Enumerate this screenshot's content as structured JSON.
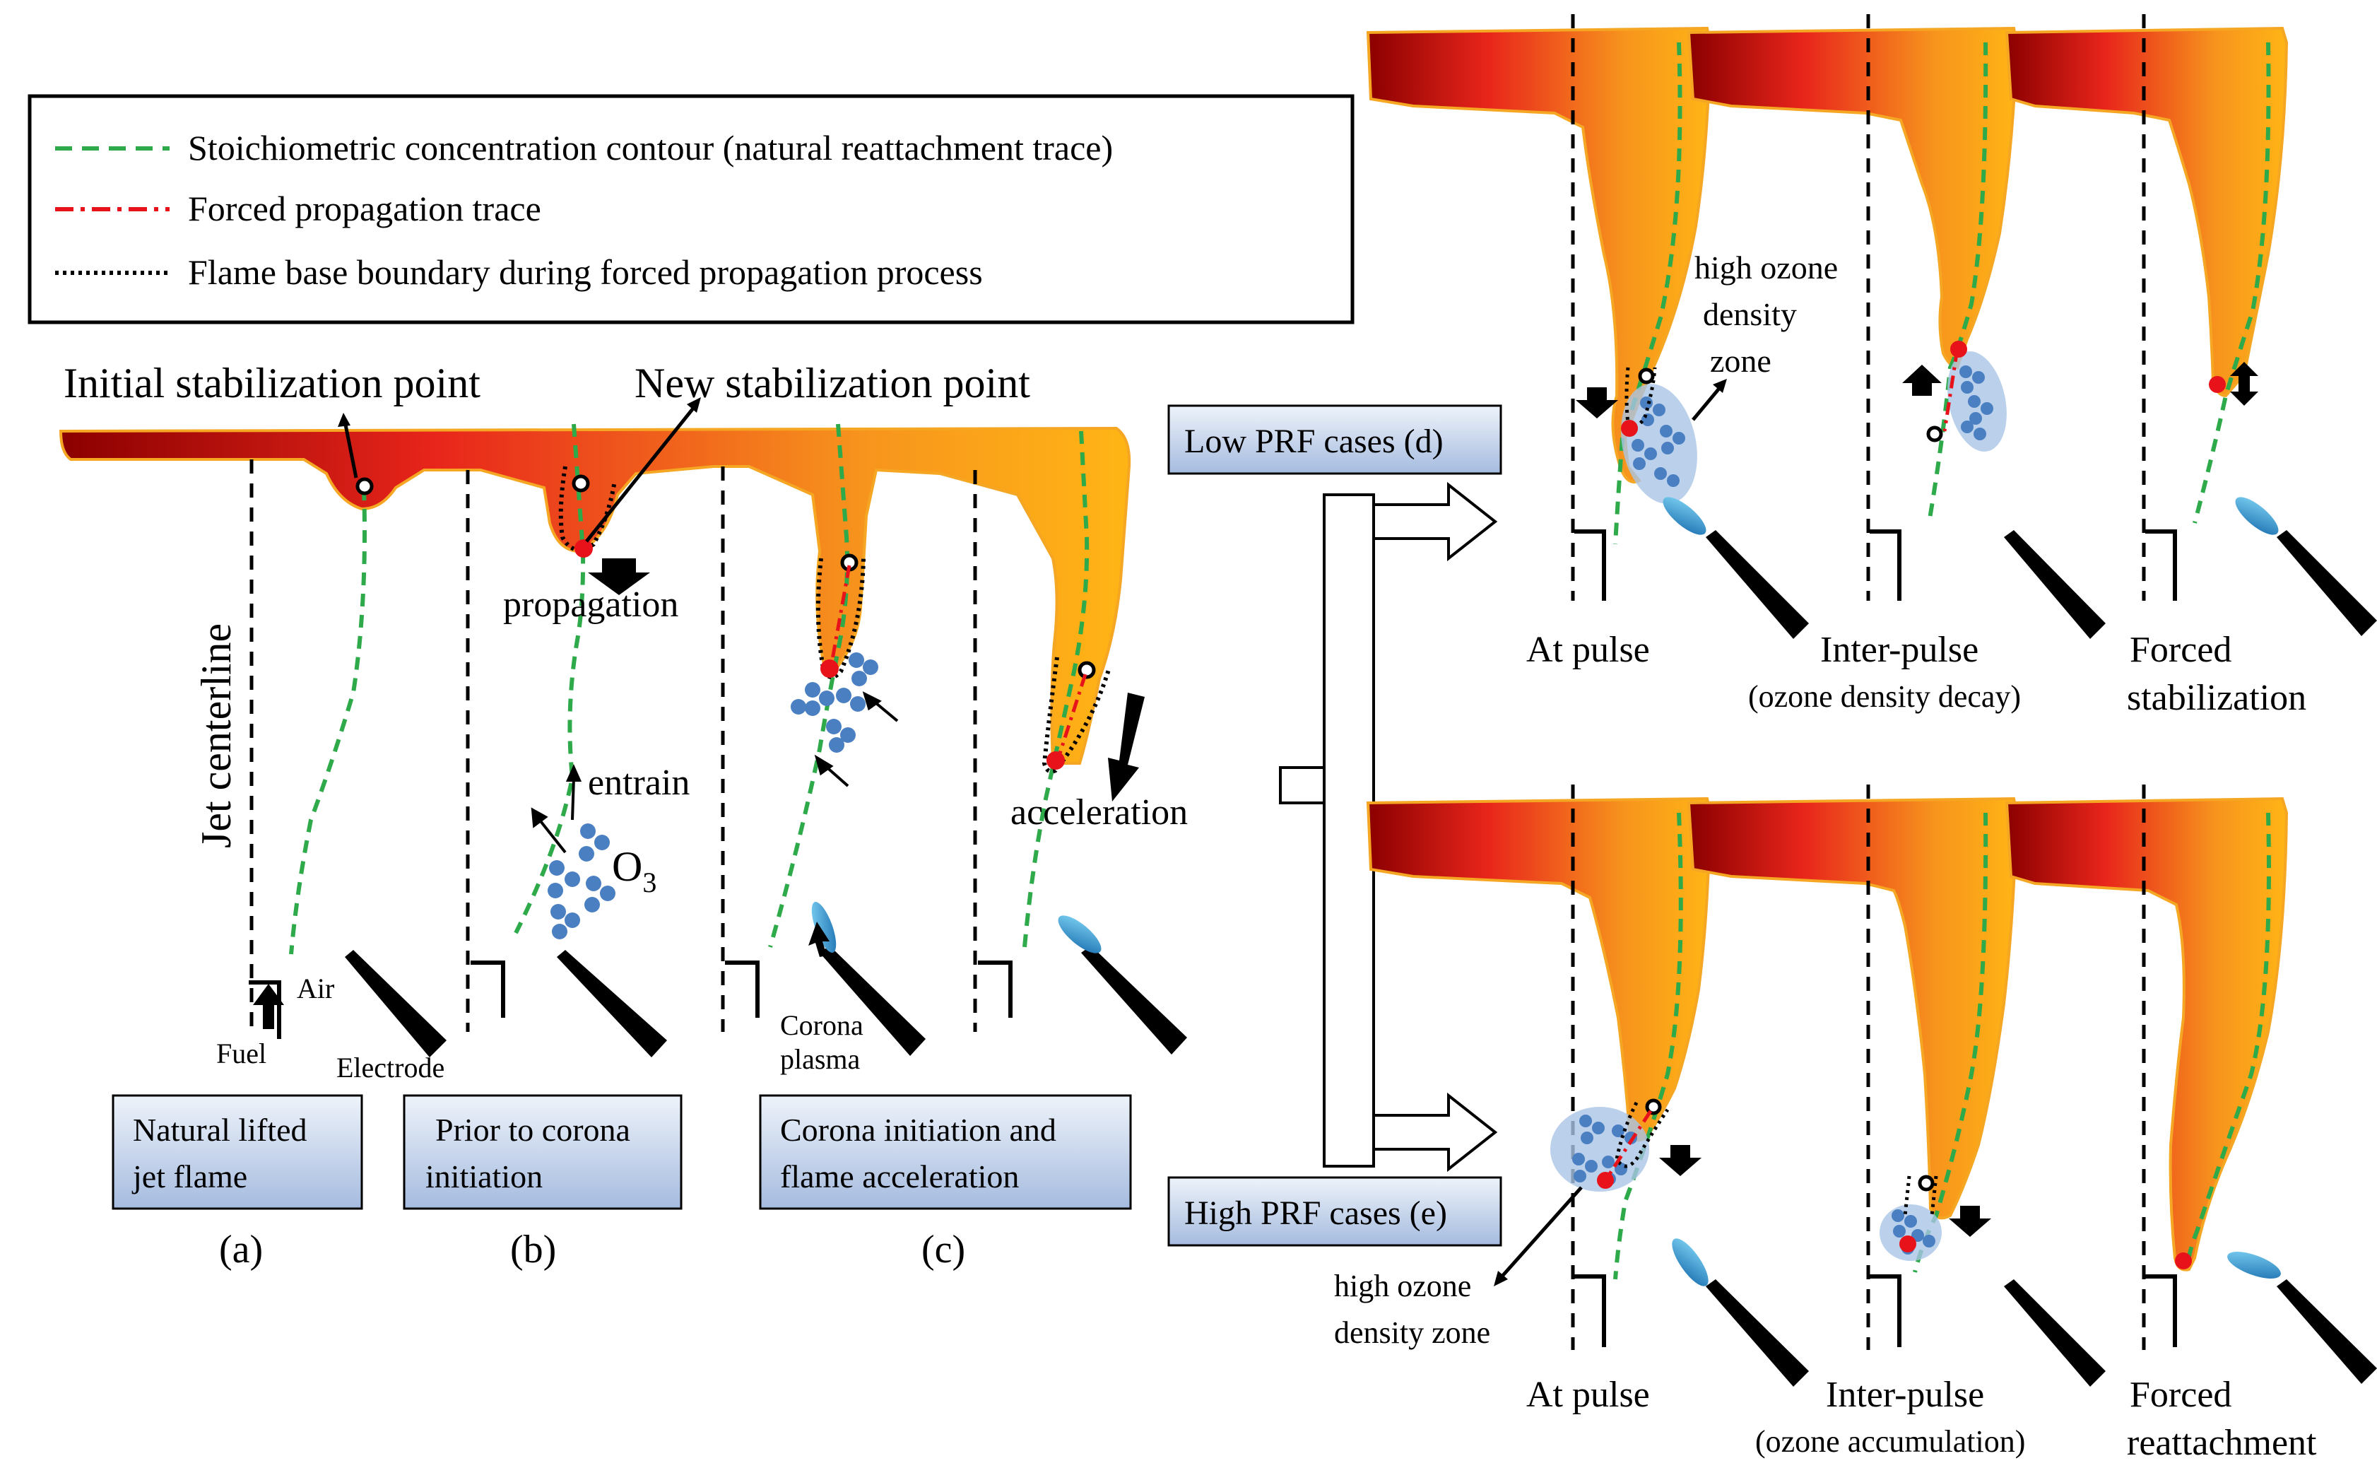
{
  "legend": {
    "items": [
      {
        "label": "Stoichiometric concentration contour (natural reattachment trace)",
        "color": "#2eaa4a",
        "style": "dashed"
      },
      {
        "label": "Forced propagation trace",
        "color": "#e8121b",
        "style": "dash-dot"
      },
      {
        "label": "Flame base boundary during forced propagation process",
        "color": "#000000",
        "style": "dotted"
      }
    ]
  },
  "labels": {
    "initial_stab": "Initial stabilization point",
    "new_stab": "New stabilization point",
    "propagation": "propagation",
    "entrain": "entrain",
    "o3": "O",
    "o3_sub": "3",
    "jet_centerline": "Jet centerline",
    "air": "Air",
    "fuel": "Fuel",
    "electrode": "Electrode",
    "corona_plasma_1": "Corona",
    "corona_plasma_2": "plasma",
    "acceleration": "acceleration",
    "high_ozone_1": "high ozone",
    "high_ozone_2": "density",
    "high_ozone_3": "zone",
    "high_ozone_e_1": "high ozone",
    "high_ozone_e_2": "density zone"
  },
  "boxes": {
    "a_line1": "Natural lifted",
    "a_line2": "jet flame",
    "b_line1": "Prior to corona",
    "b_line2": "initiation",
    "c_line1": "Corona initiation and",
    "c_line2": "flame acceleration",
    "low_prf": "Low PRF cases (d)",
    "high_prf": "High PRF cases (e)"
  },
  "panel_letters": {
    "a": "(a)",
    "b": "(b)",
    "c": "(c)"
  },
  "row_d": {
    "s1": "At pulse",
    "s2_line1": "Inter-pulse",
    "s2_line2": "(ozone density decay)",
    "s3_line1": "Forced",
    "s3_line2": "stabilization"
  },
  "row_e": {
    "s1": "At pulse",
    "s2_line1": "Inter-pulse",
    "s2_line2": "(ozone accumulation)",
    "s3_line1": "Forced",
    "s3_line2": "reattachment"
  },
  "colors": {
    "flame_dark": "#8b0000",
    "flame_red": "#e8251b",
    "flame_orange": "#f7941d",
    "flame_yellow": "#ffc20e",
    "flame_edge": "#f5a623",
    "ozone_dot": "#4a7fc1",
    "ozone_zone": "#a9c4e6",
    "box_fill_top": "#e9eff8",
    "box_fill_bottom": "#a7bde0",
    "electrode_tip": "#29a3d9"
  }
}
